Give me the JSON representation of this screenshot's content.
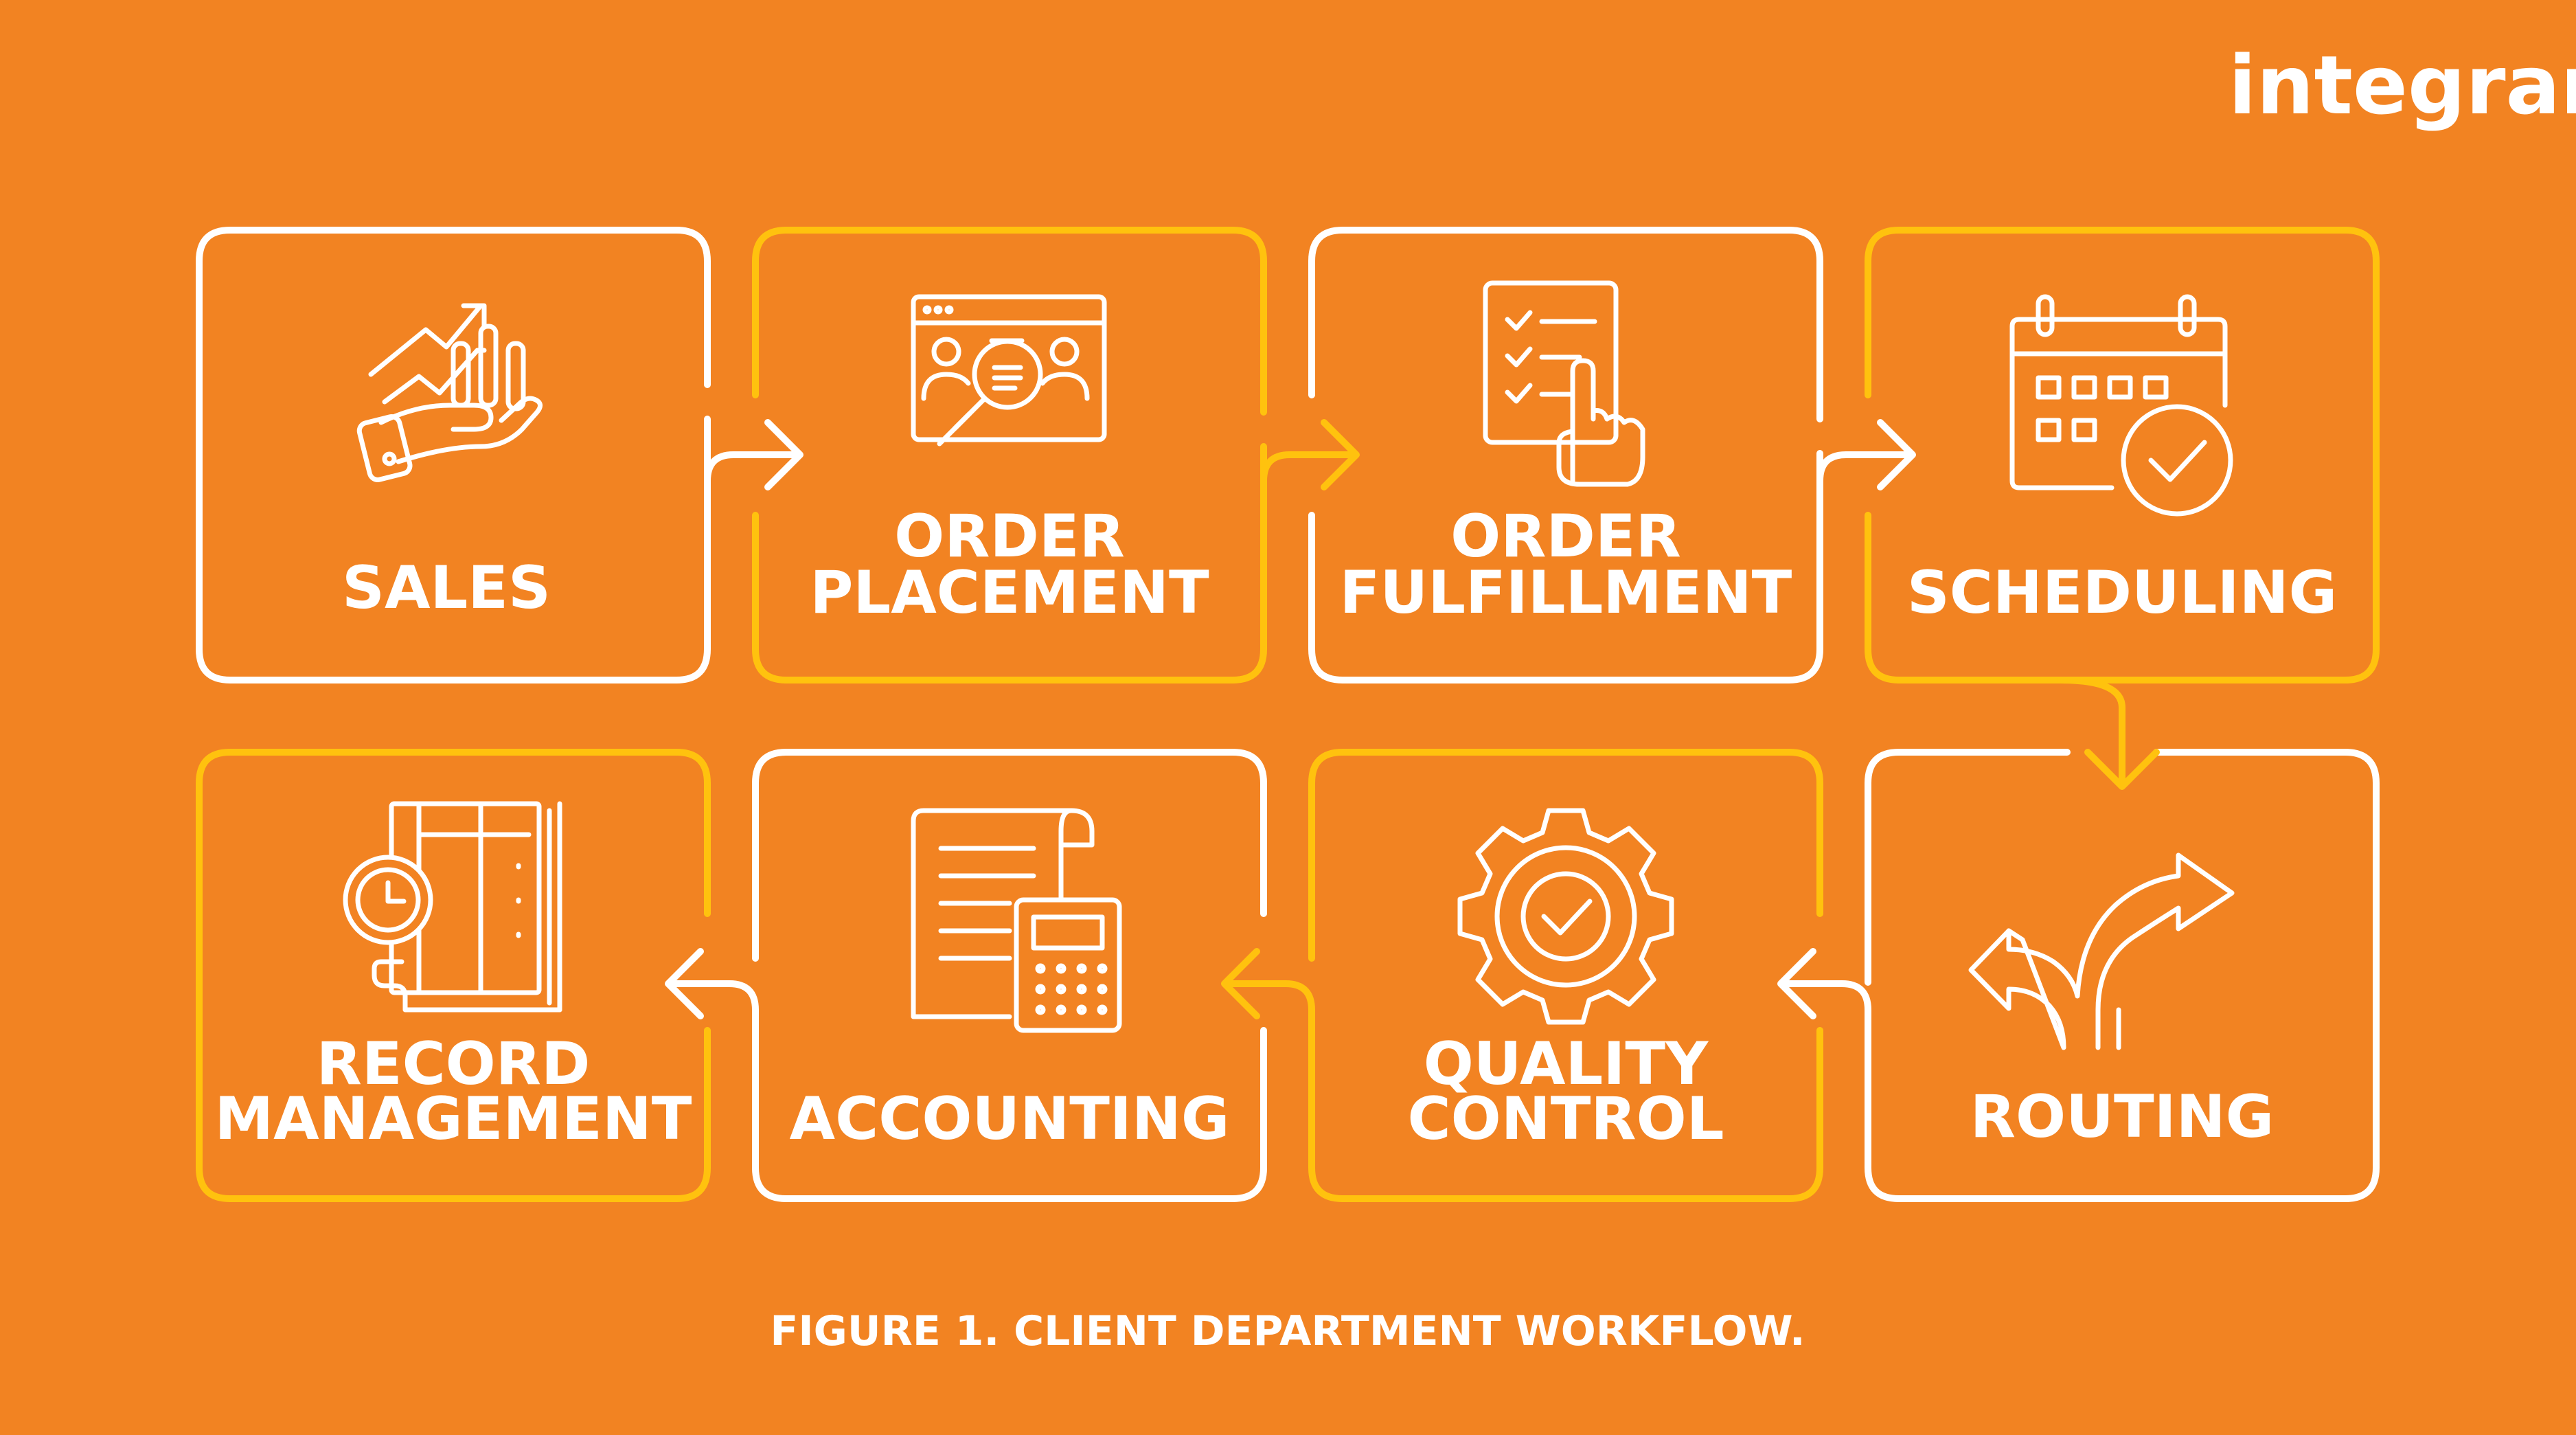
{
  "brand": {
    "logo_text": "integrant"
  },
  "caption": "FIGURE 1. CLIENT DEPARTMENT WORKFLOW.",
  "colors": {
    "background": "#F28322",
    "white": "#FFFFFF",
    "yellow": "#FFC20E"
  },
  "steps": [
    {
      "id": "sales",
      "lines": [
        "SALES"
      ],
      "icon": "sales-growth-icon",
      "outline": "white"
    },
    {
      "id": "order-placement",
      "lines": [
        "ORDER",
        "PLACEMENT"
      ],
      "icon": "browser-search-icon",
      "outline": "yellow"
    },
    {
      "id": "order-fulfillment",
      "lines": [
        "ORDER",
        "FULFILLMENT"
      ],
      "icon": "checklist-hand-icon",
      "outline": "white"
    },
    {
      "id": "scheduling",
      "lines": [
        "SCHEDULING"
      ],
      "icon": "calendar-check-icon",
      "outline": "yellow"
    },
    {
      "id": "routing",
      "lines": [
        "ROUTING"
      ],
      "icon": "split-arrows-icon",
      "outline": "white"
    },
    {
      "id": "quality-control",
      "lines": [
        "QUALITY",
        "CONTROL"
      ],
      "icon": "gear-check-icon",
      "outline": "yellow"
    },
    {
      "id": "accounting",
      "lines": [
        "ACCOUNTING"
      ],
      "icon": "invoice-calculator-icon",
      "outline": "white"
    },
    {
      "id": "record-management",
      "lines": [
        "RECORD",
        "MANAGEMENT"
      ],
      "icon": "records-clock-icon",
      "outline": "yellow"
    }
  ]
}
